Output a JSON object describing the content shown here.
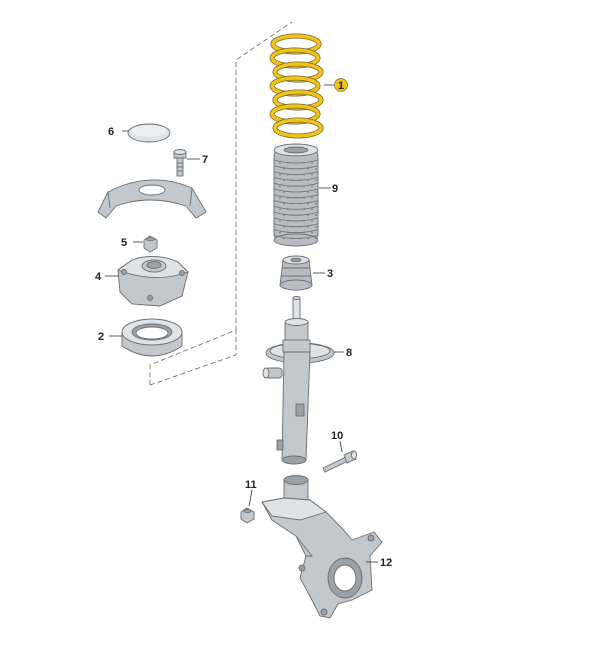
{
  "diagram": {
    "accent_color": "#f0c419",
    "part_color": "#c3c8cc",
    "parts": [
      {
        "id": "spring",
        "label": "1"
      },
      {
        "id": "mount-bearing",
        "label": "2"
      },
      {
        "id": "bump-stop",
        "label": "3"
      },
      {
        "id": "strut-mount",
        "label": "4"
      },
      {
        "id": "nut",
        "label": "5"
      },
      {
        "id": "cap",
        "label": "6"
      },
      {
        "id": "bolt-short",
        "label": "7"
      },
      {
        "id": "shock-absorber",
        "label": "8"
      },
      {
        "id": "protective-boot",
        "label": "9"
      },
      {
        "id": "bolt-long",
        "label": "10"
      },
      {
        "id": "nut-small",
        "label": "11"
      },
      {
        "id": "steering-knuckle",
        "label": "12"
      }
    ]
  }
}
